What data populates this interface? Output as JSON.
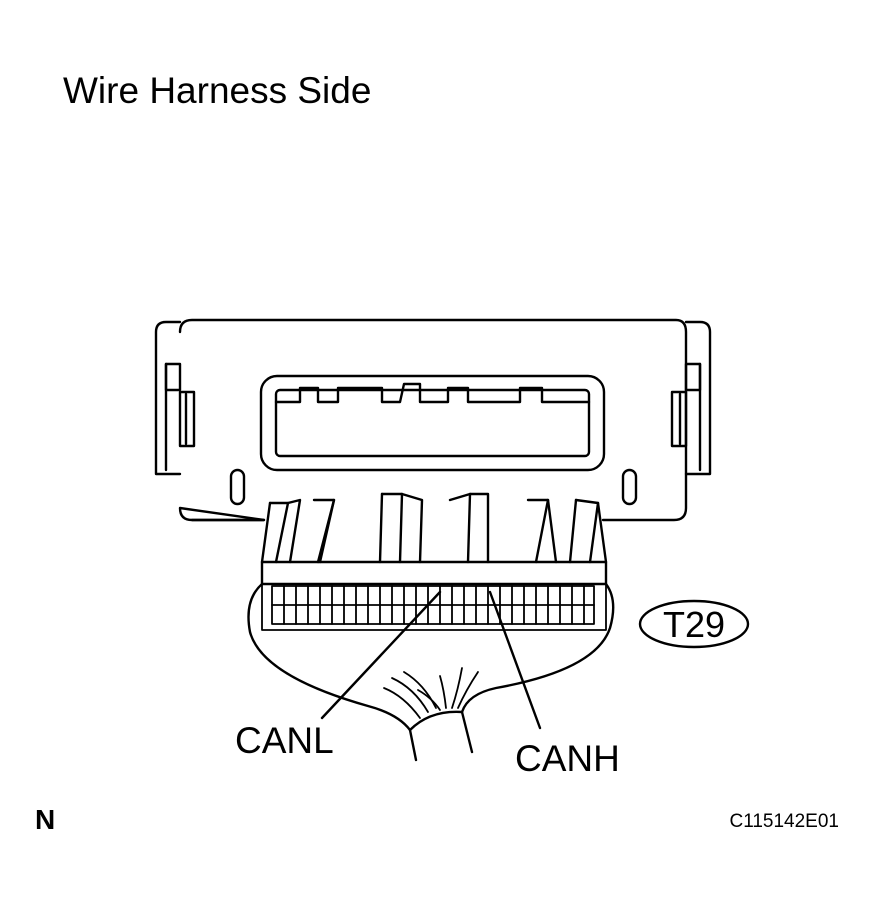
{
  "title": "Wire Harness Side",
  "connector": {
    "code": "T29",
    "pins": {
      "canl": "CANL",
      "canh": "CANH"
    }
  },
  "footer": {
    "orientation_mark": "N",
    "figure_id": "C115142E01"
  }
}
